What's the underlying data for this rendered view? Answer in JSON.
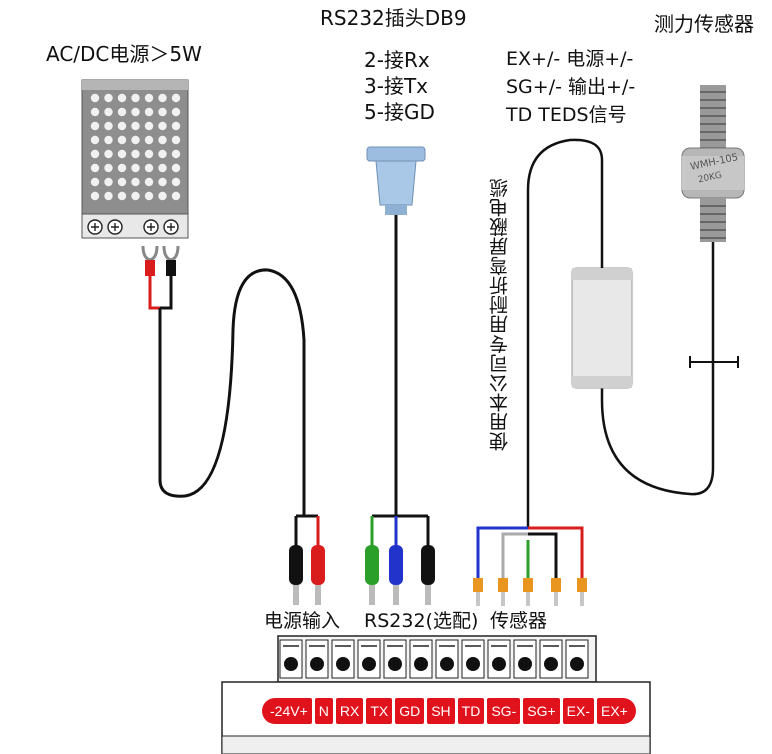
{
  "labels": {
    "power_supply": "AC/DC电源＞5W",
    "rs232_title": "RS232插头DB9",
    "rs232_pin2": "2-接Rx",
    "rs232_pin3": "3-接Tx",
    "rs232_pin5": "5-接GD",
    "sensor_title": "测力传感器",
    "sensor_ex": "EX+/-  电源+/-",
    "sensor_sg": "SG+/-  输出+/-",
    "sensor_td": "TD  TEDS信号",
    "cable_note": "使用本公司专用耐折弯屏蔽电缆",
    "power_input": "电源输入",
    "rs232_optional": "RS232(选配)",
    "sensor_input": "传感器",
    "sensor_body_text": "WMH-105",
    "sensor_body_text2": "20KG"
  },
  "terminals": [
    "-24V+",
    "N",
    "RX",
    "TX",
    "GD",
    "SH",
    "TD",
    "SG-",
    "SG+",
    "EX-",
    "EX+"
  ],
  "colors": {
    "terminal_red": "#e0121c",
    "wire_red": "#d91c1c",
    "wire_blue": "#2233cc",
    "wire_green": "#2aa02a",
    "wire_gray": "#aaaaaa",
    "connector_blue": "#a9c8e8"
  }
}
